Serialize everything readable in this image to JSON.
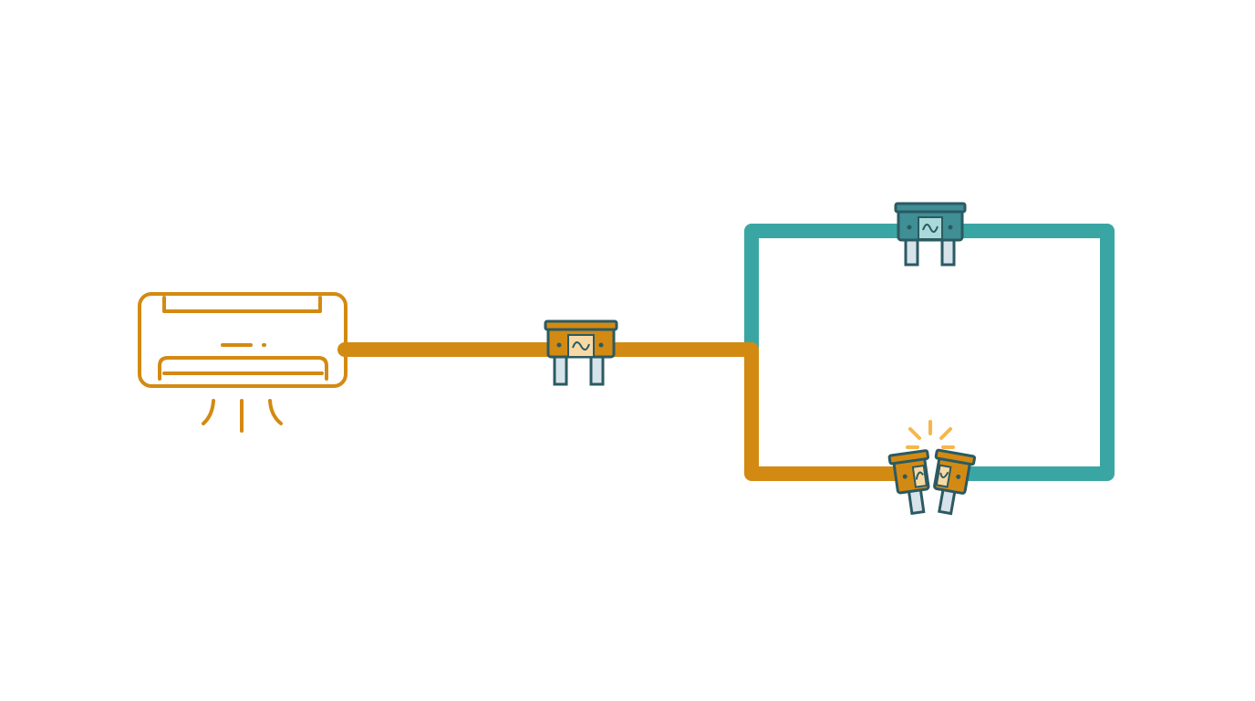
{
  "colors": {
    "background": "#ffffff",
    "wire_orange": "#d38a12",
    "wire_teal": "#3aa6a3",
    "outline_dark": "#2b5a62",
    "fuse_orange_body": "#d38a12",
    "fuse_orange_window": "#f7d9a6",
    "fuse_teal_body": "#3f8f95",
    "fuse_teal_window": "#a9dad9",
    "fuse_prong": "#d7e3ea",
    "spark": "#f5b74a"
  },
  "icons": {
    "air_conditioner": "air-conditioner-icon",
    "fuse": "blade-fuse-icon",
    "blown_fuse": "blown-blade-fuse-icon",
    "spark": "spark-icon"
  },
  "components": {
    "air_conditioner": {
      "name": "air-conditioner",
      "state": "running"
    },
    "fuse_main": {
      "name": "fuse-main",
      "color": "orange",
      "state": "intact"
    },
    "fuse_top": {
      "name": "fuse-top-branch",
      "color": "teal",
      "state": "intact"
    },
    "fuse_bottom": {
      "name": "fuse-bottom-branch",
      "color": "orange",
      "state": "blown"
    }
  }
}
